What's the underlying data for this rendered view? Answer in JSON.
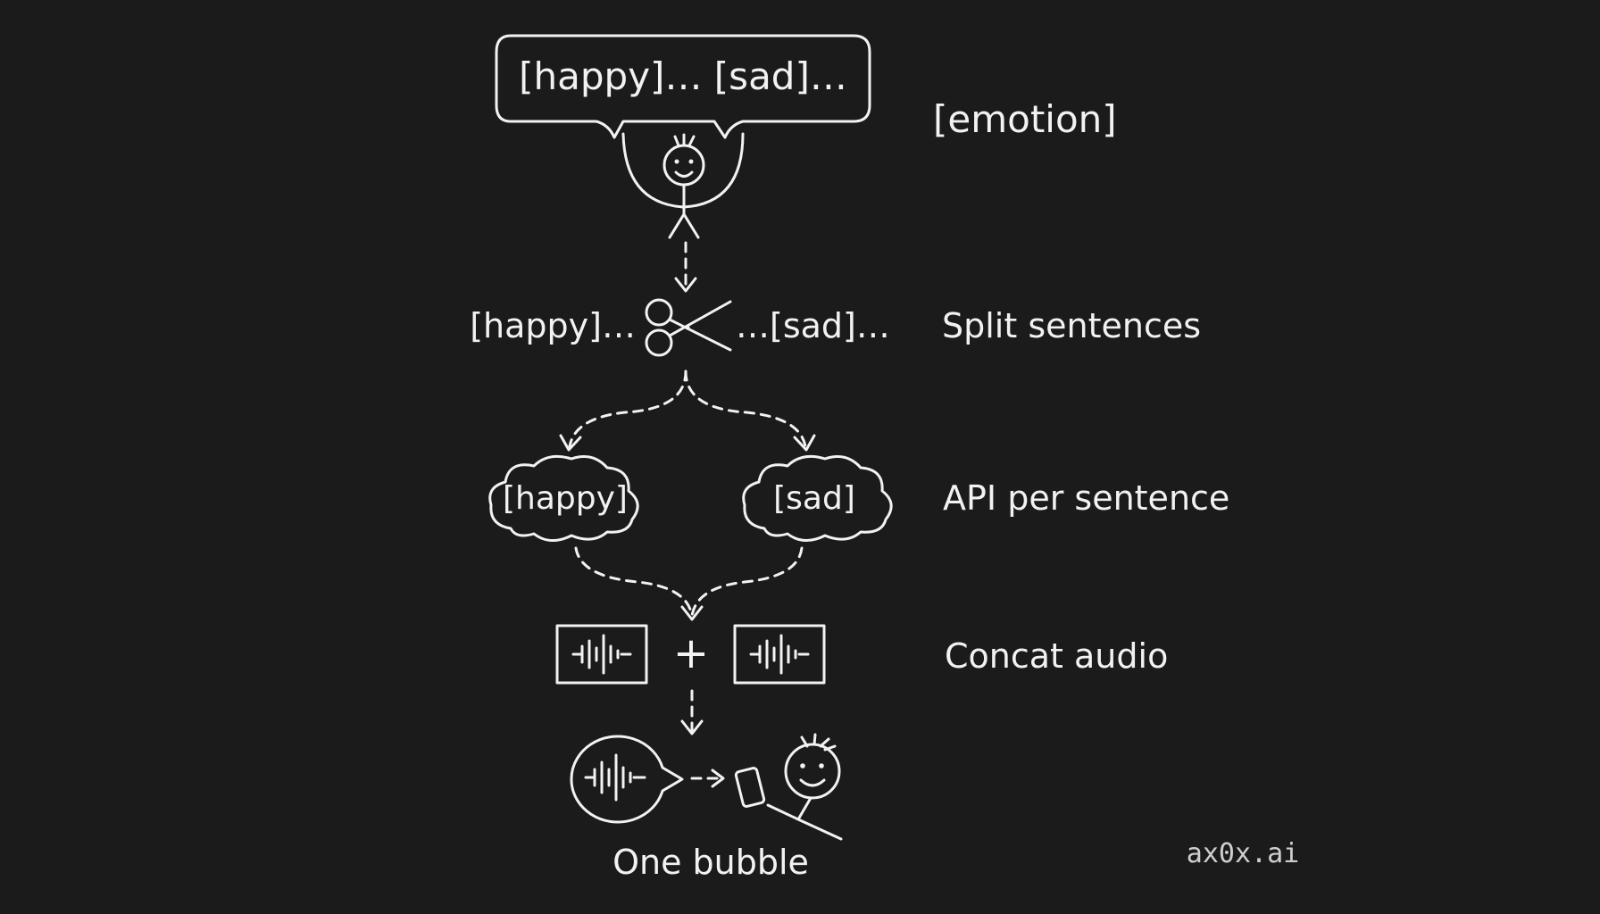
{
  "top": {
    "bubble_text": "[happy]… [sad]…",
    "label": "[emotion]"
  },
  "split": {
    "left_text": "[happy]…",
    "right_text": "…[sad]…",
    "label": "Split sentences"
  },
  "api": {
    "cloud_left": "[happy]",
    "cloud_right": "[sad]",
    "label": "API per sentence"
  },
  "concat": {
    "plus": "+",
    "label": "Concat audio"
  },
  "result": {
    "caption": "One bubble"
  },
  "watermark": "ax0x.ai",
  "icons": [
    "stick-figure-icon",
    "scissors-icon",
    "cloud-icon",
    "audio-waveform-icon",
    "voice-bubble-icon",
    "phone-icon"
  ],
  "colors": {
    "background": "#1b1b1b",
    "ink": "#f2f2f2"
  }
}
